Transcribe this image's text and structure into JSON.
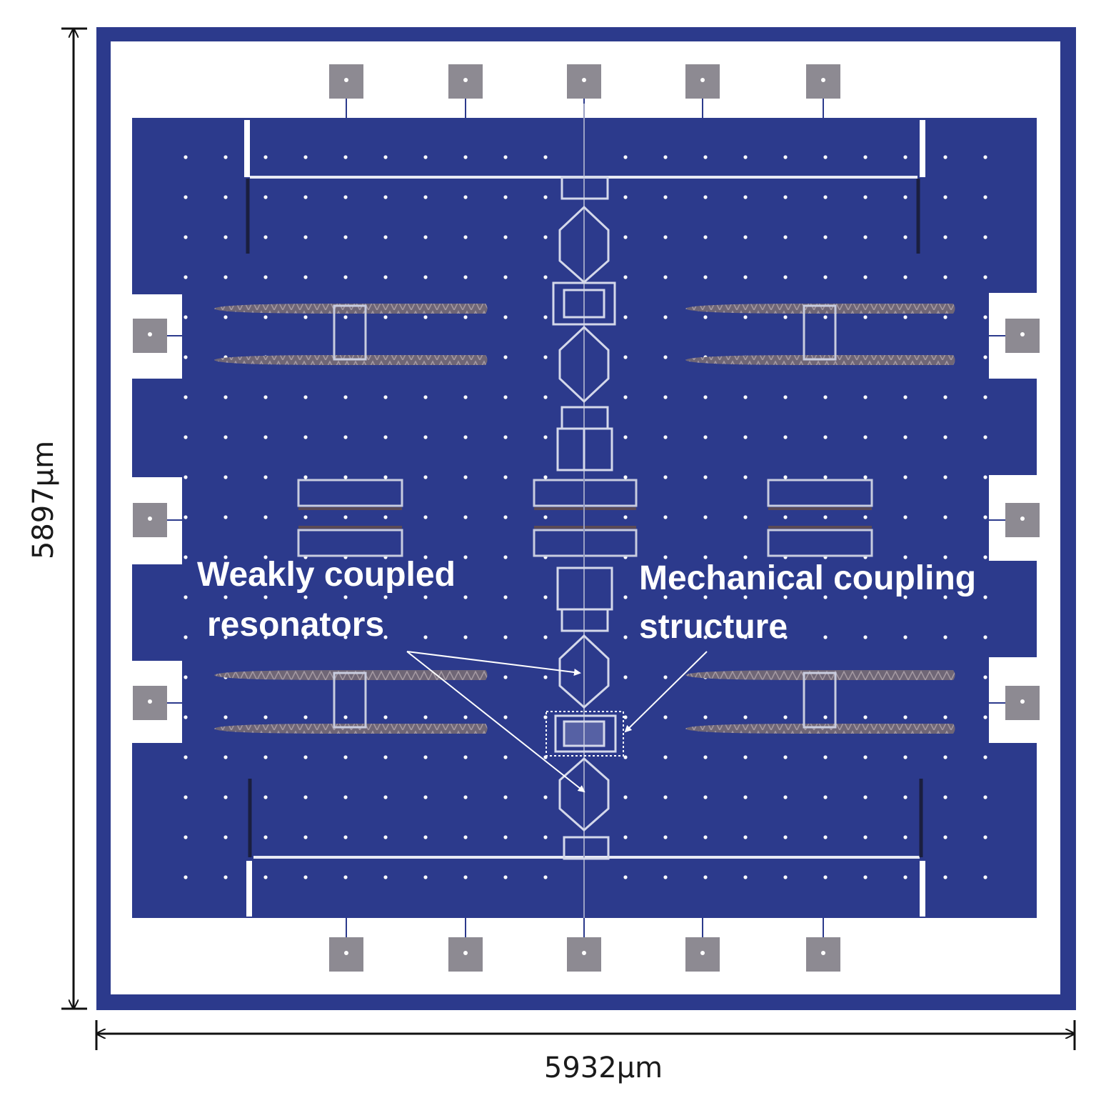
{
  "dimensions": {
    "height_label": "5897μm",
    "width_label": "5932μm"
  },
  "annotations": {
    "weakly_coupled_line1": "Weakly coupled",
    "weakly_coupled_line2": "resonators",
    "mechanical_line1": "Mechanical coupling",
    "mechanical_line2": "structure"
  },
  "colors": {
    "substrate": "#2c3a8c",
    "frame": "#ffffff",
    "pad": "#8d8a92",
    "trace": "#e8eaf4",
    "comb": "#7a6e78",
    "dot": "#ffffff",
    "annotation": "#ffffff",
    "dimension_line": "#111111"
  }
}
